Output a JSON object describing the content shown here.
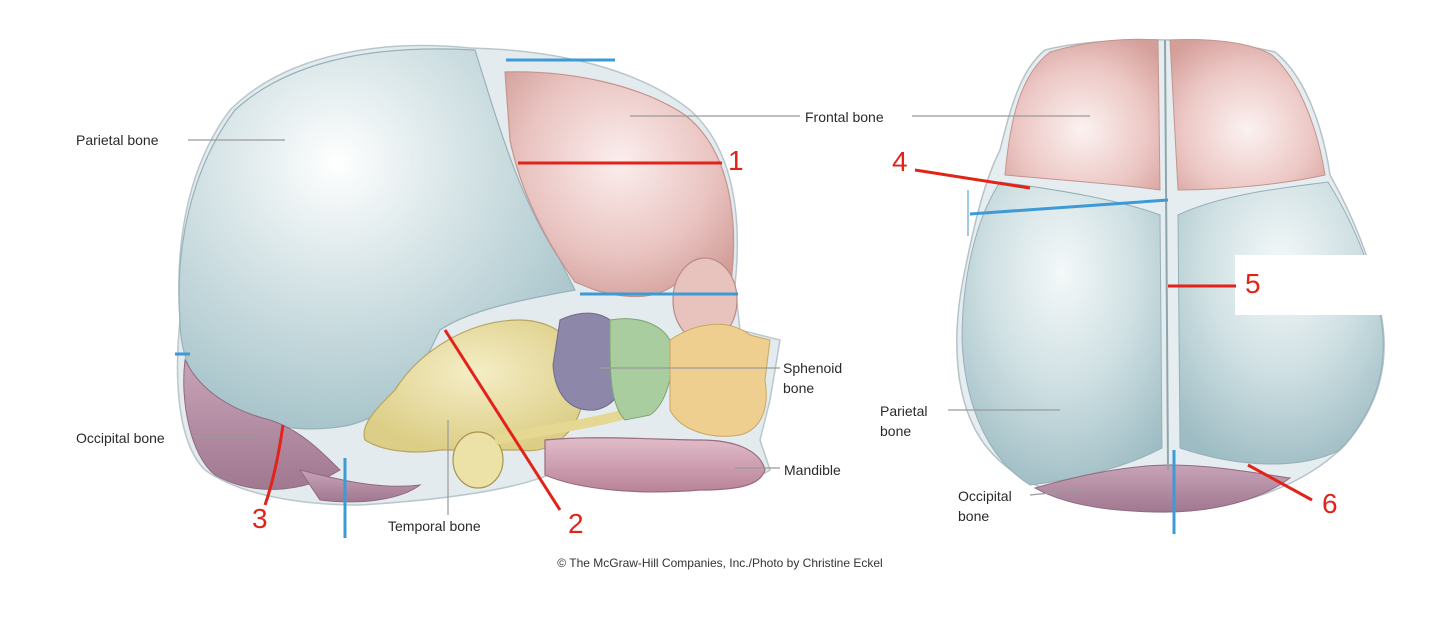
{
  "labels": {
    "parietal_side": "Parietal bone",
    "frontal": "Frontal bone",
    "sphenoid": "Sphenoid\nbone",
    "mandible": "Mandible",
    "occipital_side": "Occipital bone",
    "temporal": "Temporal bone",
    "parietal_top": "Parietal\nbone",
    "occipital_top": "Occipital\nbone"
  },
  "numbers": [
    "1",
    "2",
    "3",
    "4",
    "5",
    "6"
  ],
  "credit": "© The McGraw-Hill Companies, Inc./Photo by Christine Eckel",
  "colors": {
    "parietal": "#c7dde1",
    "frontal": "#e9bdb9",
    "occipital": "#b890a8",
    "temporal": "#e6dca0",
    "sphenoid": "#a3c79a",
    "sphenoid_purple": "#8b85a8",
    "mandible": "#cfa0b2",
    "suture": "#e8edf0",
    "answer_red": "#e2231a",
    "blank_blue": "#3d9ad6"
  }
}
